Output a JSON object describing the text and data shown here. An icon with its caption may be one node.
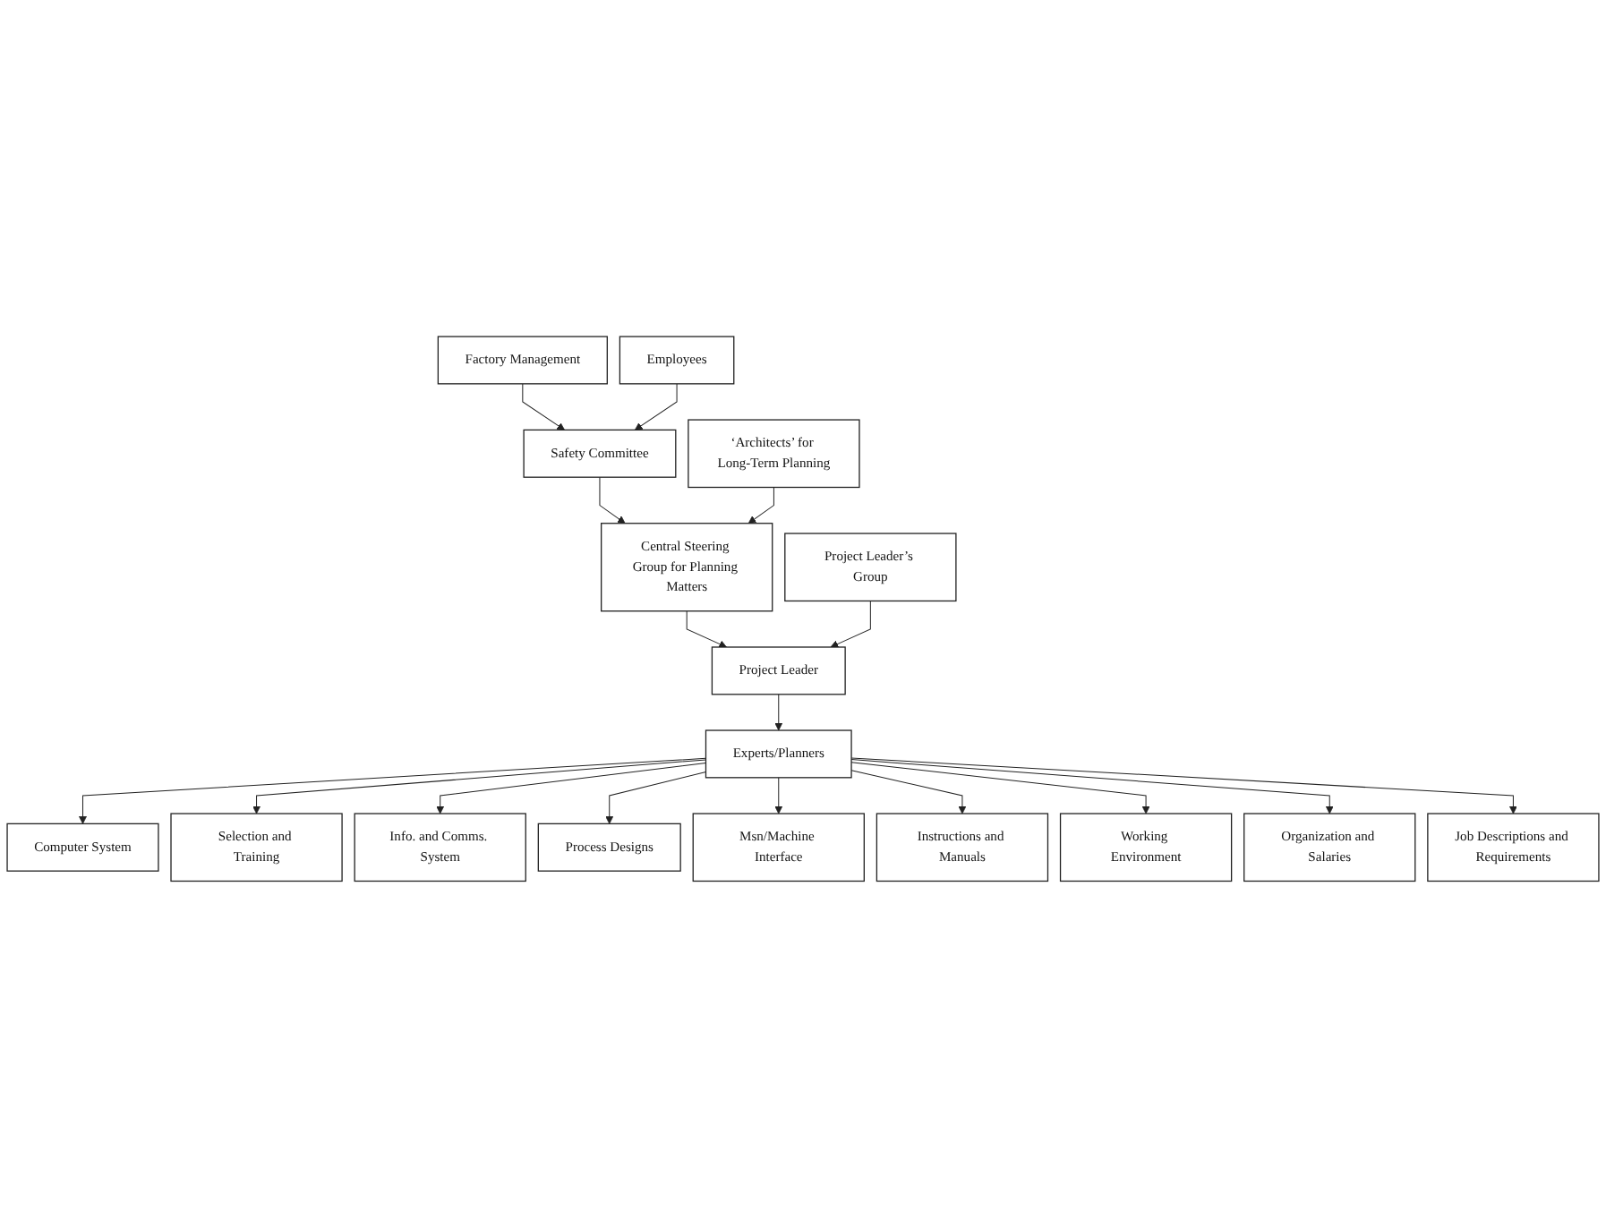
{
  "diagram": {
    "nodes": [
      {
        "text": [
          "Factory Management"
        ]
      },
      {
        "text": [
          "Employees"
        ]
      },
      {
        "text": [
          "Safety Committee"
        ]
      },
      {
        "text": [
          "Central Steering Group for Planning Matters"
        ]
      },
      {
        "text": [
          "‘Architects’ for Long-Term Planning"
        ]
      },
      {
        "text": [
          "Project Leader"
        ]
      },
      {
        "text": [
          "Project Leader’s Group"
        ]
      },
      {
        "text": [
          "Experts/Planners"
        ]
      },
      {
        "text": [
          "Computer System"
        ]
      },
      {
        "text": [
          "Info. and Comms. System"
        ]
      },
      {
        "text": [
          "Process Designs"
        ]
      },
      {
        "text": [
          "Instructions and Manuals"
        ]
      },
      {
        "text": [
          "Organization and Salaries"
        ]
      },
      {
        "text": [
          "Job Descriptions and Requirements"
        ]
      },
      {
        "text": [
          "Selection and Training"
        ]
      },
      {
        "text": [
          "Msn/Machine Interface"
        ]
      },
      {
        "text": [
          "Working Environment"
        ]
      }
    ],
    "edges": [
      {
        "from": 0,
        "to": 2,
        "arrow": "to"
      },
      {
        "from": 1,
        "to": 2,
        "arrow": "to"
      },
      {
        "from": 2,
        "to": 3,
        "arrow": "to"
      },
      {
        "from": 4,
        "to": 3,
        "arrow": "to"
      },
      {
        "from": 3,
        "to": 5,
        "arrow": "to"
      },
      {
        "from": 6,
        "to": 5,
        "arrow": "to"
      },
      {
        "from": 5,
        "to": 7,
        "arrow": "to"
      },
      {
        "from": 7,
        "to": 8,
        "arrow": "to"
      },
      {
        "from": 7,
        "to": 14,
        "arrow": "to"
      },
      {
        "from": 7,
        "to": 9,
        "arrow": "to"
      },
      {
        "from": 7,
        "to": 10,
        "arrow": "to"
      },
      {
        "from": 7,
        "to": 15,
        "arrow": "to"
      },
      {
        "from": 7,
        "to": 11,
        "arrow": "to"
      },
      {
        "from": 7,
        "to": 16,
        "arrow": "to"
      },
      {
        "from": 7,
        "to": 12,
        "arrow": "to"
      },
      {
        "from": 7,
        "to": 13,
        "arrow": "to"
      }
    ]
  }
}
